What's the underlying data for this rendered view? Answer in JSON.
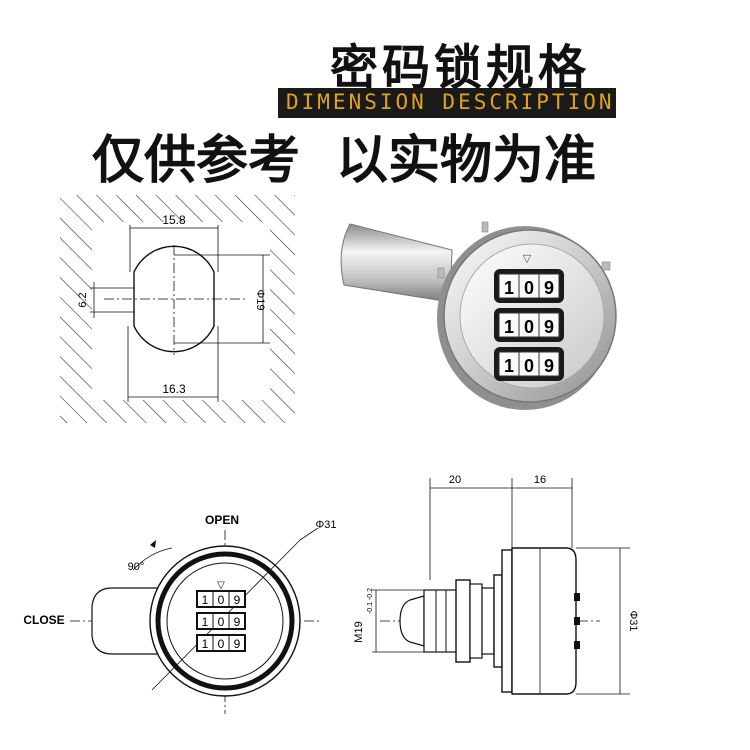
{
  "header": {
    "title": "密码锁规格",
    "banner": "DIMENSION DESCRIPTION",
    "subtitle_part1": "仅供参考",
    "subtitle_part2": "以实物为准"
  },
  "cutout": {
    "width_top": "15.8",
    "height_flat": "6.2",
    "diameter": "Φ19",
    "width_bottom": "16.3"
  },
  "product": {
    "wheel_digits": [
      "1",
      "0",
      "9"
    ],
    "arrow": "▽"
  },
  "front_view": {
    "open_label": "OPEN",
    "close_label": "CLOSE",
    "angle_label": "90°",
    "diameter_label": "Φ31",
    "wheel_digits": [
      "1",
      "0",
      "9"
    ],
    "arrow": "▽"
  },
  "side_view": {
    "dim_left": "20",
    "dim_right": "16",
    "thread_label": "M19",
    "thread_tolerance": "-0.1 -0.2",
    "diameter_label": "Φ31"
  },
  "colors": {
    "banner_bg": "#1a1a1a",
    "banner_text": "#e0a21a",
    "line": "#222222",
    "metal_light": "#f2f2f2",
    "metal_dark": "#9a9a9a"
  }
}
